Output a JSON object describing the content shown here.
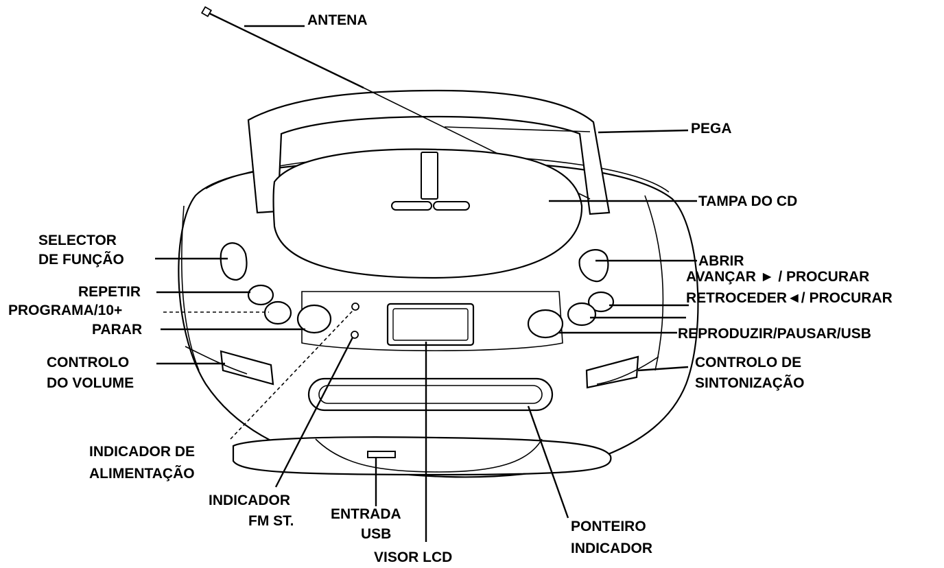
{
  "labels": {
    "antena": "ANTENA",
    "pega": "PEGA",
    "tampa_cd": "TAMPA DO CD",
    "selector_1": "SELECTOR",
    "selector_2": "DE FUNÇÃO",
    "abrir": "ABRIR",
    "avancar": "AVANÇAR ► / PROCURAR",
    "repetir": "REPETIR",
    "retroceder": "RETROCEDER◄/ PROCURAR",
    "programa": "PROGRAMA/10+",
    "parar": "PARAR",
    "reproduzir": "REPRODUZIR/PAUSAR/USB",
    "volume_1": "CONTROLO",
    "volume_2": "DO VOLUME",
    "sintonizacao_1": "CONTROLO  DE",
    "sintonizacao_2": "SINTONIZAÇÃO",
    "alimentacao_1": "INDICADOR DE",
    "alimentacao_2": "ALIMENTAÇÃO",
    "fm_1": "INDICADOR",
    "fm_2": "FM ST.",
    "usb_1": "ENTRADA",
    "usb_2": "USB",
    "visor": "VISOR LCD",
    "ponteiro_1": "PONTEIRO",
    "ponteiro_2": "INDICADOR"
  }
}
